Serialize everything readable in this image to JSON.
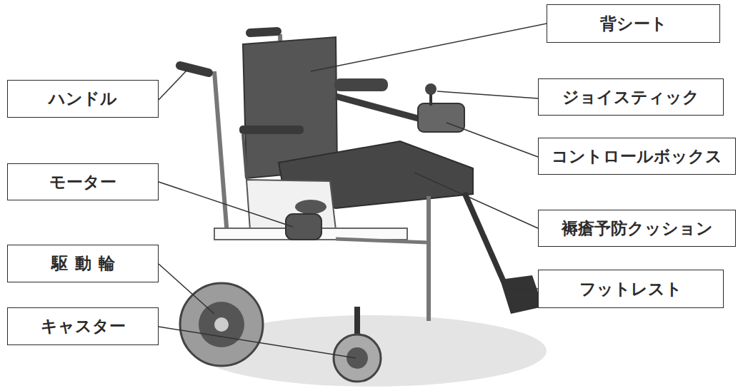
{
  "diagram": {
    "nodes": [
      {
        "text": [
          "背シート"
        ]
      },
      {
        "text": [
          "ハンドル"
        ]
      },
      {
        "text": [
          "ジョイスティック"
        ]
      },
      {
        "text": [
          "コントロールボックス"
        ]
      },
      {
        "text": [
          "モーター"
        ]
      },
      {
        "text": [
          "褥瘡予防クッション"
        ]
      },
      {
        "text": [
          "駆動輪"
        ]
      },
      {
        "text": [
          "フットレスト"
        ]
      },
      {
        "text": [
          "キャスター"
        ]
      }
    ]
  }
}
